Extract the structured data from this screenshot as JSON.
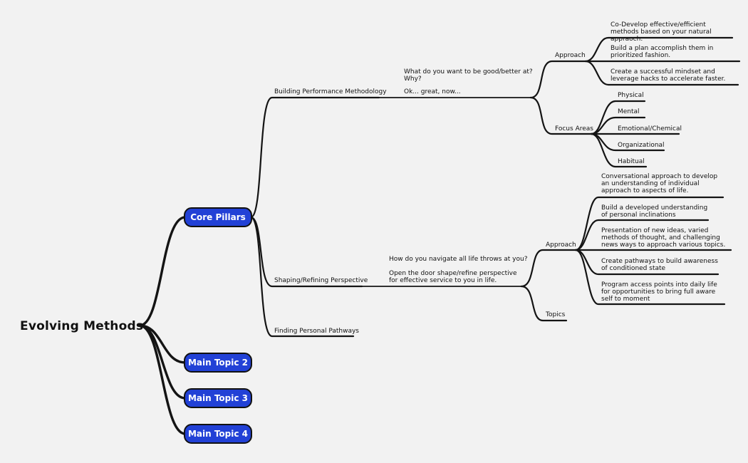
{
  "root": "Evolving Methods",
  "main_topics": [
    "Core Pillars",
    "Main Topic 2",
    "Main Topic 3",
    "Main Topic 4"
  ],
  "pillars": {
    "building": {
      "title": "Building Performance Methodology",
      "note_q": "What do you want to be good/better at? Why?",
      "note_a": "Ok... great, now...",
      "approach": {
        "title": "Approach",
        "items": [
          "Co-Develop effective/efficient methods based on your natural appraoch.",
          "Build a plan accomplish them in prioritized fashion.",
          "Create a successful mindset and leverage hacks to accelerate faster."
        ]
      },
      "focus": {
        "title": "Focus Areas",
        "items": [
          "Physical",
          "Mental",
          "Emotional/Chemical",
          "Organizational",
          "Habitual"
        ]
      }
    },
    "shaping": {
      "title": "Shaping/Refining Perspective",
      "note_q": "How do you navigate all life throws at you?",
      "note_a": "Open the door shape/refine perspective for effective service to you in life.",
      "approach": {
        "title": "Approach",
        "items": [
          "Conversational approach to develop an understanding of individual approach to aspects of life.",
          "Build a developed understanding of personal inclinations",
          "Presentation of new ideas, varied methods of thought, and challenging news ways to approach various topics.",
          "Create pathways to build awareness of conditioned state",
          "Program access points into daily life for opportunities to bring full aware self to moment"
        ]
      },
      "topics": {
        "title": "Topics"
      }
    },
    "finding": {
      "title": "Finding Personal Pathways"
    }
  }
}
